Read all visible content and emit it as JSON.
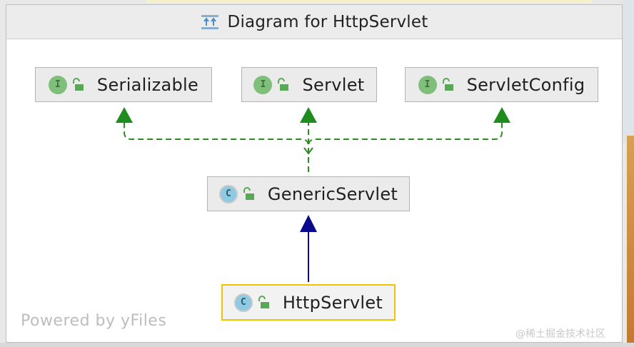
{
  "window": {
    "title": "Diagram for HttpServlet"
  },
  "nodes": {
    "serializable": {
      "label": "Serializable",
      "kind": "interface",
      "badge": "I"
    },
    "servlet": {
      "label": "Servlet",
      "kind": "interface",
      "badge": "I"
    },
    "servletconfig": {
      "label": "ServletConfig",
      "kind": "interface",
      "badge": "I"
    },
    "genericservlet": {
      "label": "GenericServlet",
      "kind": "class",
      "badge": "C"
    },
    "httpservlet": {
      "label": "HttpServlet",
      "kind": "class",
      "badge": "C",
      "selected": true
    }
  },
  "edges": [
    {
      "from": "genericservlet",
      "to": "serializable",
      "type": "implements",
      "style": "dashed",
      "color": "#2e8b22"
    },
    {
      "from": "genericservlet",
      "to": "servlet",
      "type": "implements",
      "style": "dashed",
      "color": "#2e8b22"
    },
    {
      "from": "genericservlet",
      "to": "servletconfig",
      "type": "implements",
      "style": "dashed",
      "color": "#2e8b22"
    },
    {
      "from": "httpservlet",
      "to": "genericservlet",
      "type": "extends",
      "style": "solid",
      "color": "#0a0a8c"
    }
  ],
  "footer": {
    "powered_by": "Powered by yFiles"
  },
  "watermark": {
    "text": "@稀土掘金技术社区"
  },
  "colors": {
    "implements_edge": "#2e8b22",
    "extends_edge": "#0a0a8c",
    "interface_badge": "#7fbf7a",
    "class_badge": "#8ecbe3",
    "selection_border": "#f2c200"
  },
  "icons": {
    "title": "class-diagram-icon",
    "interface_badge": "interface-icon",
    "class_badge": "class-icon",
    "visibility": "public-lock-icon"
  }
}
